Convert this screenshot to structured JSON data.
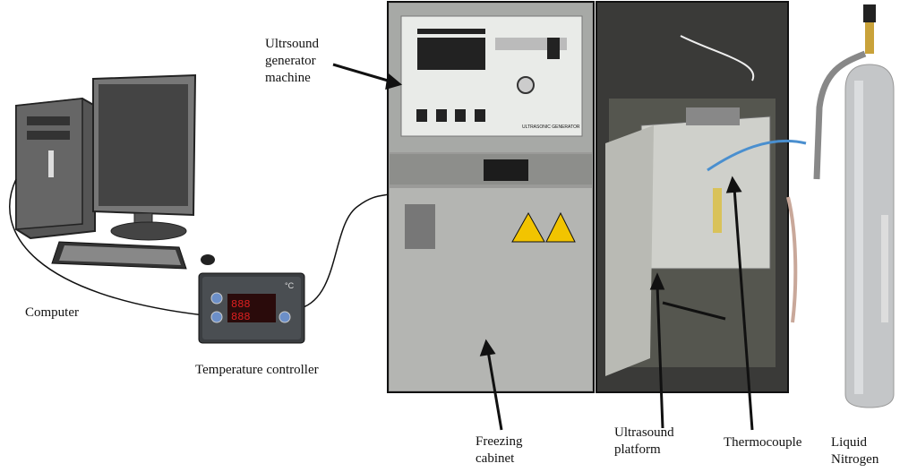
{
  "labels": {
    "ultrasound_generator": [
      "Ultrsound",
      "generator",
      "machine"
    ],
    "computer": "Computer",
    "temperature_controller": "Temperature controller",
    "freezing_cabinet": [
      "Freezing",
      "cabinet"
    ],
    "ultrasound_platform": [
      "Ultrasound",
      "platform"
    ],
    "thermocouple": "Thermocouple",
    "liquid_nitrogen": "Liquid Nitrogen"
  },
  "device_text": {
    "generator_panel": "ULTRASONIC GENERATOR",
    "controller_unit": "°C"
  }
}
